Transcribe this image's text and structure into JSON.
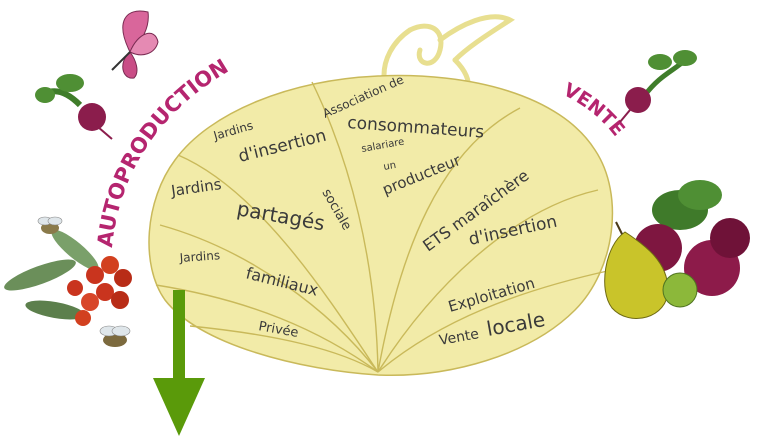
{
  "side_labels": {
    "left": "AUTOPRODUCTION",
    "right": "VENTE"
  },
  "left_sections": [
    {
      "lines": [
        "Jardins",
        "d'insertion",
        "sociale"
      ]
    },
    {
      "lines": [
        "Jardins",
        "partagés"
      ]
    },
    {
      "lines": [
        "Jardins",
        "familiaux"
      ]
    },
    {
      "lines": [
        "Privée"
      ]
    }
  ],
  "right_sections": [
    {
      "lines": [
        "Association de",
        "consommateurs",
        "salariare",
        "un",
        "producteur"
      ]
    },
    {
      "lines": [
        "ETS maraîchère",
        "d'insertion"
      ]
    },
    {
      "lines": [
        "Exploitation",
        "Vente",
        "locale"
      ]
    }
  ],
  "illustrations": [
    "butterfly-icon",
    "beetroot-icon",
    "berries-icon",
    "bee-icon",
    "pear-icon",
    "beets-bunch-icon",
    "apple-icon"
  ],
  "colors": {
    "leaf_fill": "#f2eba8",
    "leaf_stroke": "#c9b95a",
    "title_color": "#b5256f",
    "arrow": "#5a9a0a"
  }
}
